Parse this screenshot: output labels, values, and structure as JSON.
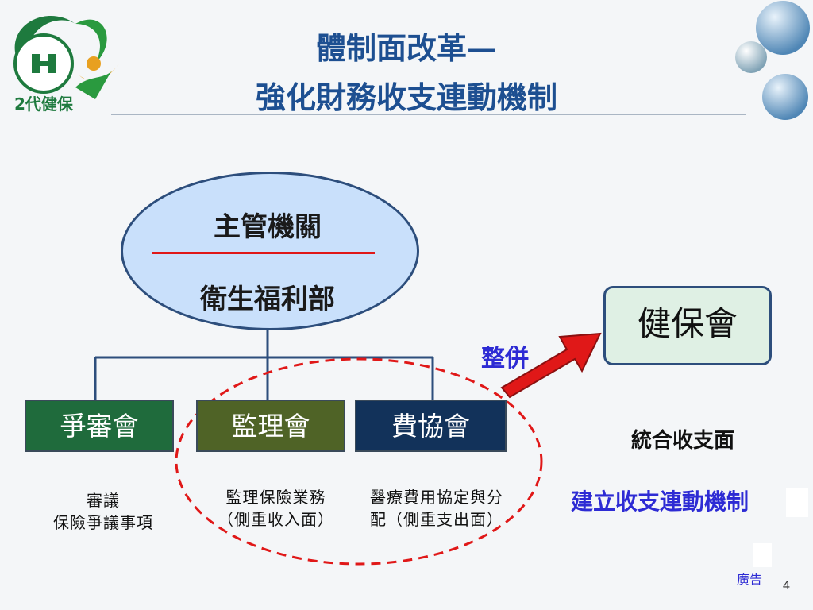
{
  "title": {
    "line1": "體制面改革—",
    "line2": "強化財務收支連動機制"
  },
  "logo": {
    "text": "2代健保"
  },
  "org": {
    "top_label": "主管機關",
    "ministry": "衛生福利部"
  },
  "boxes": [
    {
      "label": "爭審會"
    },
    {
      "label": "監理會"
    },
    {
      "label": "費協會"
    }
  ],
  "descriptions": {
    "box1_line1": "審議",
    "box1_line2": "保險爭議事項",
    "box2_line1": "監理保險業務",
    "box2_line2": "（側重收入面）",
    "box3_line1": "醫療費用協定與分",
    "box3_line2": "配（側重支出面）"
  },
  "merge_label": "整併",
  "result_box": "健保會",
  "right_text": {
    "line1": "統合收支面",
    "line2": "建立收支連動機制"
  },
  "footer": {
    "ad": "廣告",
    "page": "4"
  },
  "colors": {
    "title": "#1d4f91",
    "accent_blue": "#2d2bd4",
    "arrow_red": "#e01818",
    "ellipse_fill": "#c9e0fb"
  }
}
